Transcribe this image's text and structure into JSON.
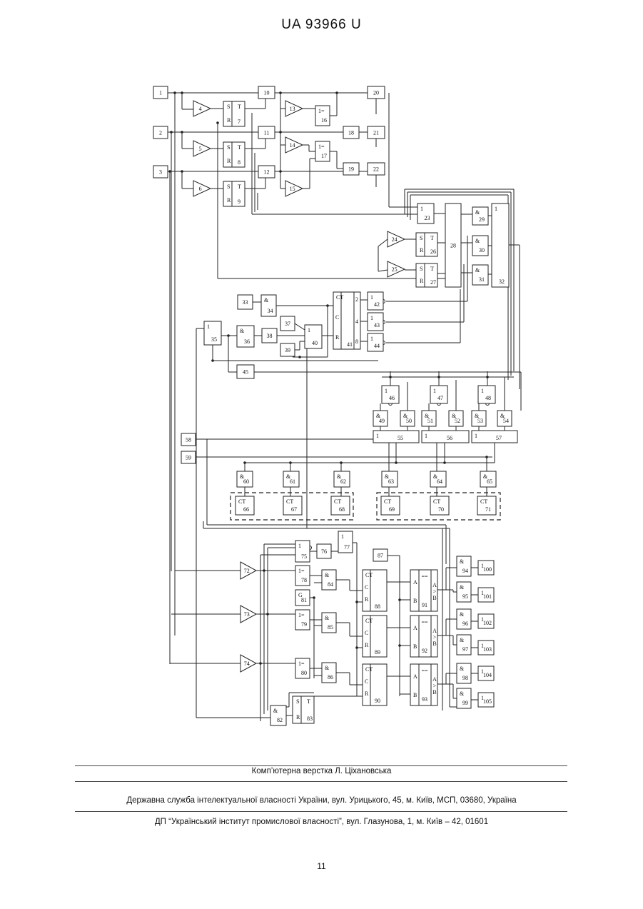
{
  "header": {
    "doc_id": "UA   93966   U"
  },
  "diagram": {
    "blocks": [
      {
        "id": "b1",
        "sym": "",
        "num": "1"
      },
      {
        "id": "b2",
        "sym": "",
        "num": "2"
      },
      {
        "id": "b3",
        "sym": "",
        "num": "3"
      },
      {
        "id": "b4",
        "sym": "",
        "num": "4"
      },
      {
        "id": "b5",
        "sym": "",
        "num": "5"
      },
      {
        "id": "b6",
        "sym": "",
        "num": "6"
      },
      {
        "id": "b7",
        "sym": "S T R",
        "num": "7"
      },
      {
        "id": "b8",
        "sym": "S T R",
        "num": "8"
      },
      {
        "id": "b9",
        "sym": "S T R",
        "num": "9"
      },
      {
        "id": "b10",
        "sym": "",
        "num": "10"
      },
      {
        "id": "b11",
        "sym": "",
        "num": "11"
      },
      {
        "id": "b12",
        "sym": "",
        "num": "12"
      },
      {
        "id": "b13",
        "sym": "",
        "num": "13"
      },
      {
        "id": "b14",
        "sym": "",
        "num": "14"
      },
      {
        "id": "b15",
        "sym": "",
        "num": "15"
      },
      {
        "id": "b16",
        "sym": "1=",
        "num": "16"
      },
      {
        "id": "b17",
        "sym": "1=",
        "num": "17"
      },
      {
        "id": "b18",
        "sym": "",
        "num": "18"
      },
      {
        "id": "b19",
        "sym": "",
        "num": "19"
      },
      {
        "id": "b20",
        "sym": "",
        "num": "20"
      },
      {
        "id": "b21",
        "sym": "",
        "num": "21"
      },
      {
        "id": "b22",
        "sym": "",
        "num": "22"
      },
      {
        "id": "b23",
        "sym": "1",
        "num": "23"
      },
      {
        "id": "b24",
        "sym": "",
        "num": "24"
      },
      {
        "id": "b25",
        "sym": "",
        "num": "25"
      },
      {
        "id": "b26",
        "sym": "S T R",
        "num": "26"
      },
      {
        "id": "b27",
        "sym": "S T R",
        "num": "27"
      },
      {
        "id": "b28",
        "sym": "",
        "num": "28"
      },
      {
        "id": "b29",
        "sym": "&",
        "num": "29"
      },
      {
        "id": "b30",
        "sym": "&",
        "num": "30"
      },
      {
        "id": "b31",
        "sym": "&",
        "num": "31"
      },
      {
        "id": "b32",
        "sym": "1",
        "num": "32"
      },
      {
        "id": "b33",
        "sym": "",
        "num": "33"
      },
      {
        "id": "b34",
        "sym": "&",
        "num": "34"
      },
      {
        "id": "b35",
        "sym": "1",
        "num": "35"
      },
      {
        "id": "b36",
        "sym": "&",
        "num": "36"
      },
      {
        "id": "b37",
        "sym": "",
        "num": "37"
      },
      {
        "id": "b38",
        "sym": "",
        "num": "38"
      },
      {
        "id": "b39",
        "sym": "",
        "num": "39"
      },
      {
        "id": "b40",
        "sym": "1",
        "num": "40"
      },
      {
        "id": "b41",
        "sym": "CT C R 2 4 8",
        "num": "41"
      },
      {
        "id": "b42",
        "sym": "1",
        "num": "42"
      },
      {
        "id": "b43",
        "sym": "1",
        "num": "43"
      },
      {
        "id": "b44",
        "sym": "1",
        "num": "44"
      },
      {
        "id": "b45",
        "sym": "",
        "num": "45"
      },
      {
        "id": "b46",
        "sym": "1",
        "num": "46"
      },
      {
        "id": "b47",
        "sym": "1",
        "num": "47"
      },
      {
        "id": "b48",
        "sym": "1",
        "num": "48"
      },
      {
        "id": "b49",
        "sym": "&",
        "num": "49"
      },
      {
        "id": "b50",
        "sym": "&",
        "num": "50"
      },
      {
        "id": "b51",
        "sym": "&",
        "num": "51"
      },
      {
        "id": "b52",
        "sym": "&",
        "num": "52"
      },
      {
        "id": "b53",
        "sym": "&",
        "num": "53"
      },
      {
        "id": "b54",
        "sym": "&",
        "num": "54"
      },
      {
        "id": "b55",
        "sym": "1",
        "num": "55"
      },
      {
        "id": "b56",
        "sym": "1",
        "num": "56"
      },
      {
        "id": "b57",
        "sym": "1",
        "num": "57"
      },
      {
        "id": "b58",
        "sym": "",
        "num": "58"
      },
      {
        "id": "b59",
        "sym": "",
        "num": "59"
      },
      {
        "id": "b60",
        "sym": "&",
        "num": "60"
      },
      {
        "id": "b61",
        "sym": "&",
        "num": "61"
      },
      {
        "id": "b62",
        "sym": "&",
        "num": "62"
      },
      {
        "id": "b63",
        "sym": "&",
        "num": "63"
      },
      {
        "id": "b64",
        "sym": "&",
        "num": "64"
      },
      {
        "id": "b65",
        "sym": "&",
        "num": "65"
      },
      {
        "id": "b66",
        "sym": "CT",
        "num": "66"
      },
      {
        "id": "b67",
        "sym": "CT",
        "num": "67"
      },
      {
        "id": "b68",
        "sym": "CT",
        "num": "68"
      },
      {
        "id": "b69",
        "sym": "CT",
        "num": "69"
      },
      {
        "id": "b70",
        "sym": "CT",
        "num": "70"
      },
      {
        "id": "b71",
        "sym": "CT",
        "num": "71"
      },
      {
        "id": "b72",
        "sym": "",
        "num": "72"
      },
      {
        "id": "b73",
        "sym": "",
        "num": "73"
      },
      {
        "id": "b74",
        "sym": "",
        "num": "74"
      },
      {
        "id": "b75",
        "sym": "1",
        "num": "75"
      },
      {
        "id": "b76",
        "sym": "",
        "num": "76"
      },
      {
        "id": "b77",
        "sym": "1",
        "num": "77"
      },
      {
        "id": "b78",
        "sym": "1=",
        "num": "78"
      },
      {
        "id": "b79",
        "sym": "1=",
        "num": "79"
      },
      {
        "id": "b80",
        "sym": "1=",
        "num": "80"
      },
      {
        "id": "b81",
        "sym": "G",
        "num": "81"
      },
      {
        "id": "b82",
        "sym": "&",
        "num": "82"
      },
      {
        "id": "b83",
        "sym": "S T R",
        "num": "83"
      },
      {
        "id": "b84",
        "sym": "&",
        "num": "84"
      },
      {
        "id": "b85",
        "sym": "&",
        "num": "85"
      },
      {
        "id": "b86",
        "sym": "&",
        "num": "86"
      },
      {
        "id": "b87",
        "sym": "",
        "num": "87"
      },
      {
        "id": "b88",
        "sym": "CT C R",
        "num": "88"
      },
      {
        "id": "b89",
        "sym": "CT C R",
        "num": "89"
      },
      {
        "id": "b90",
        "sym": "CT C R",
        "num": "90"
      },
      {
        "id": "b91",
        "sym": "A B == A>B",
        "num": "91"
      },
      {
        "id": "b92",
        "sym": "A B == A>B",
        "num": "92"
      },
      {
        "id": "b93",
        "sym": "A B == A>B",
        "num": "93"
      },
      {
        "id": "b94",
        "sym": "&",
        "num": "94"
      },
      {
        "id": "b95",
        "sym": "&",
        "num": "95"
      },
      {
        "id": "b96",
        "sym": "&",
        "num": "96"
      },
      {
        "id": "b97",
        "sym": "&",
        "num": "97"
      },
      {
        "id": "b98",
        "sym": "&",
        "num": "98"
      },
      {
        "id": "b99",
        "sym": "&",
        "num": "99"
      },
      {
        "id": "b100",
        "sym": "1",
        "num": "100"
      },
      {
        "id": "b101",
        "sym": "1",
        "num": "101"
      },
      {
        "id": "b102",
        "sym": "1",
        "num": "102"
      },
      {
        "id": "b103",
        "sym": "1",
        "num": "103"
      },
      {
        "id": "b104",
        "sym": "1",
        "num": "104"
      },
      {
        "id": "b105",
        "sym": "1",
        "num": "105"
      }
    ]
  },
  "footer": {
    "layout_credit": "Комп’ютерна верстка Л. Ціхановська",
    "agency": "Державна служба інтелектуальної власності України, вул. Урицького, 45, м. Київ, МСП, 03680, Україна",
    "institute": "ДП “Український інститут промислової власності”, вул. Глазунова, 1, м. Київ – 42, 01601",
    "page_number": "11"
  }
}
